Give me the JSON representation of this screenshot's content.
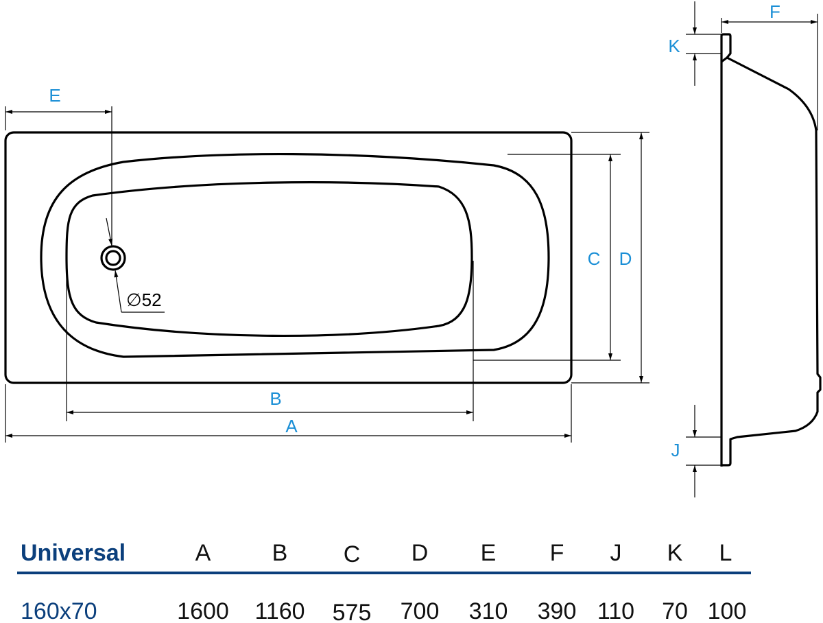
{
  "colors": {
    "label": "#1b8fd6",
    "brand": "#0b3f7c"
  },
  "drawing": {
    "labels": {
      "A": "A",
      "B": "B",
      "C": "C",
      "D": "D",
      "E": "E",
      "F": "F",
      "J": "J",
      "K": "K"
    },
    "drain_diameter": "∅52"
  },
  "table": {
    "title": "Universal",
    "headers": [
      "A",
      "B",
      "C",
      "D",
      "E",
      "F",
      "J",
      "K",
      "L"
    ],
    "rows": [
      {
        "model": "160x70",
        "values": [
          "1600",
          "1160",
          "575",
          "700",
          "310",
          "390",
          "110",
          "70",
          "100"
        ]
      }
    ]
  }
}
